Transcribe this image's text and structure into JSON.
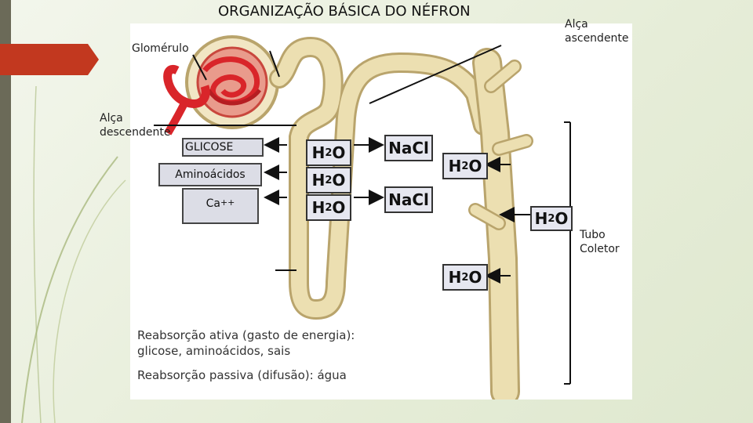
{
  "title": "ORGANIZAÇÃO BÁSICA DO NÉFRON",
  "labels": {
    "glomerulo": "Glomérulo",
    "alca_descendente_1": "Alça",
    "alca_descendente_2": "descendente",
    "alca_ascendente_1": "Alça",
    "alca_ascendente_2": "ascendente",
    "tubo_coletor_1": "Tubo",
    "tubo_coletor_2": "Coletor"
  },
  "boxes": {
    "glicose": "GLICOSE",
    "aminoacidos": "Aminoácidos",
    "calcio": "Ca",
    "calcio_sup": "++"
  },
  "chem": {
    "h2o_main": "H",
    "h2o_sub": "2",
    "h2o_tail": "O",
    "nacl": "NaCl"
  },
  "notes": {
    "ativa_1": "Reabsorção ativa (gasto de energia):",
    "ativa_2": "glicose, aminoácidos, sais",
    "passiva": "Reabsorção passiva (difusão): água"
  },
  "colors": {
    "tubule": "#e9dcae",
    "tubule_edge": "#b9a46c",
    "glomerulus": "#d9252a",
    "accent_arrow": "#c0321c"
  }
}
